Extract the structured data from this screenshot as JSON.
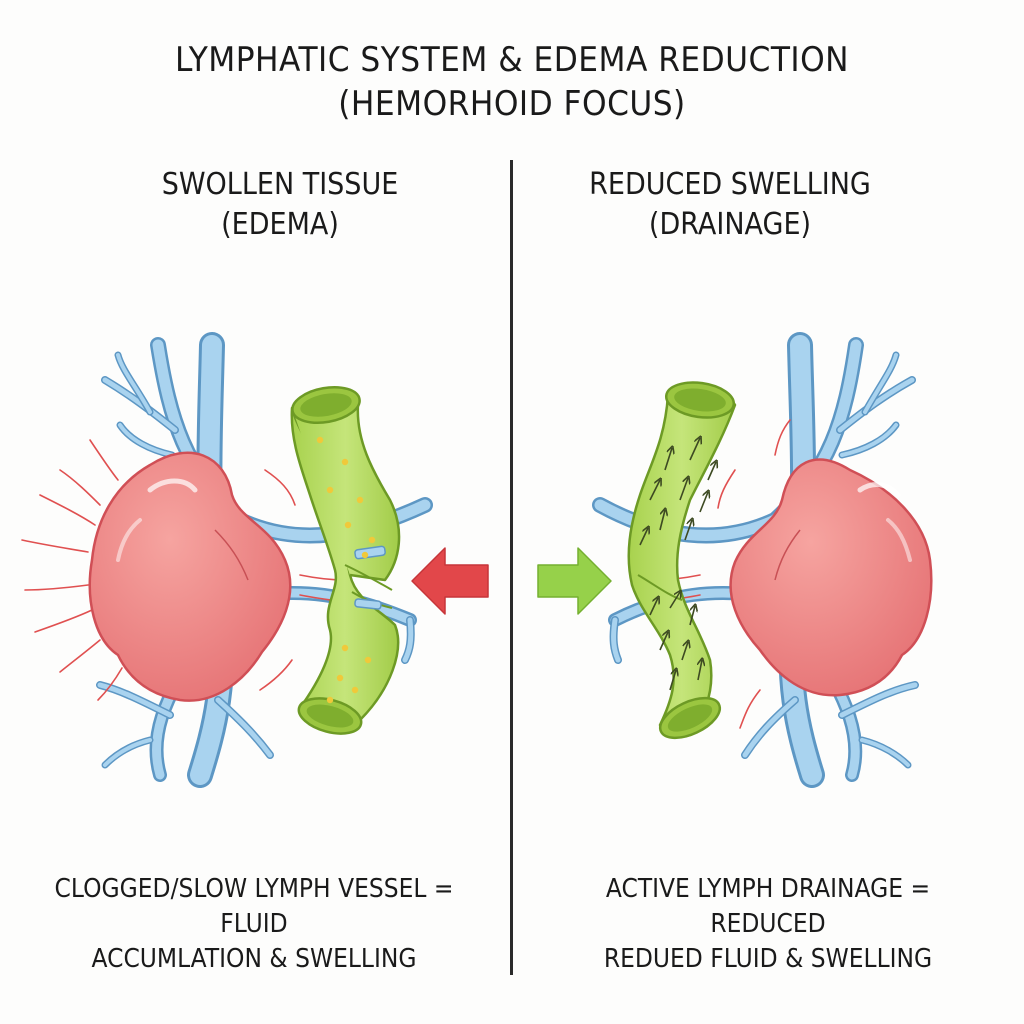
{
  "title": {
    "line1": "LYMPHATIC SYSTEM & EDEMA REDUCTION",
    "line2": "(HEMORHOID FOCUS)"
  },
  "left_panel": {
    "heading_line1": "SWOLLEN TISSUE",
    "heading_line2": "(EDEMA)",
    "caption_line1": "CLOGGED/SLOW LYMPH VESSEL = FLUID",
    "caption_line2": "ACCUMLATION & SWELLING"
  },
  "right_panel": {
    "heading_line1": "REDUCED SWELLING",
    "heading_line2": "(DRAINAGE)",
    "caption_line1": "ACTIVE LYMPH DRAINAGE = REDUCED",
    "caption_line2": "REDUED FLUID & SWELLING"
  },
  "colors": {
    "vein": "#a9d3ef",
    "vein_outline": "#5d97c4",
    "tissue": "#ec8585",
    "tissue_outline": "#d04f56",
    "lymph": "#b9dc62",
    "lymph_outline": "#6d9a25",
    "red_arrow": "#e2474a",
    "green_arrow": "#96d14a",
    "stress_lines": "#e05050",
    "fluid_dots": "#f0c93a"
  }
}
